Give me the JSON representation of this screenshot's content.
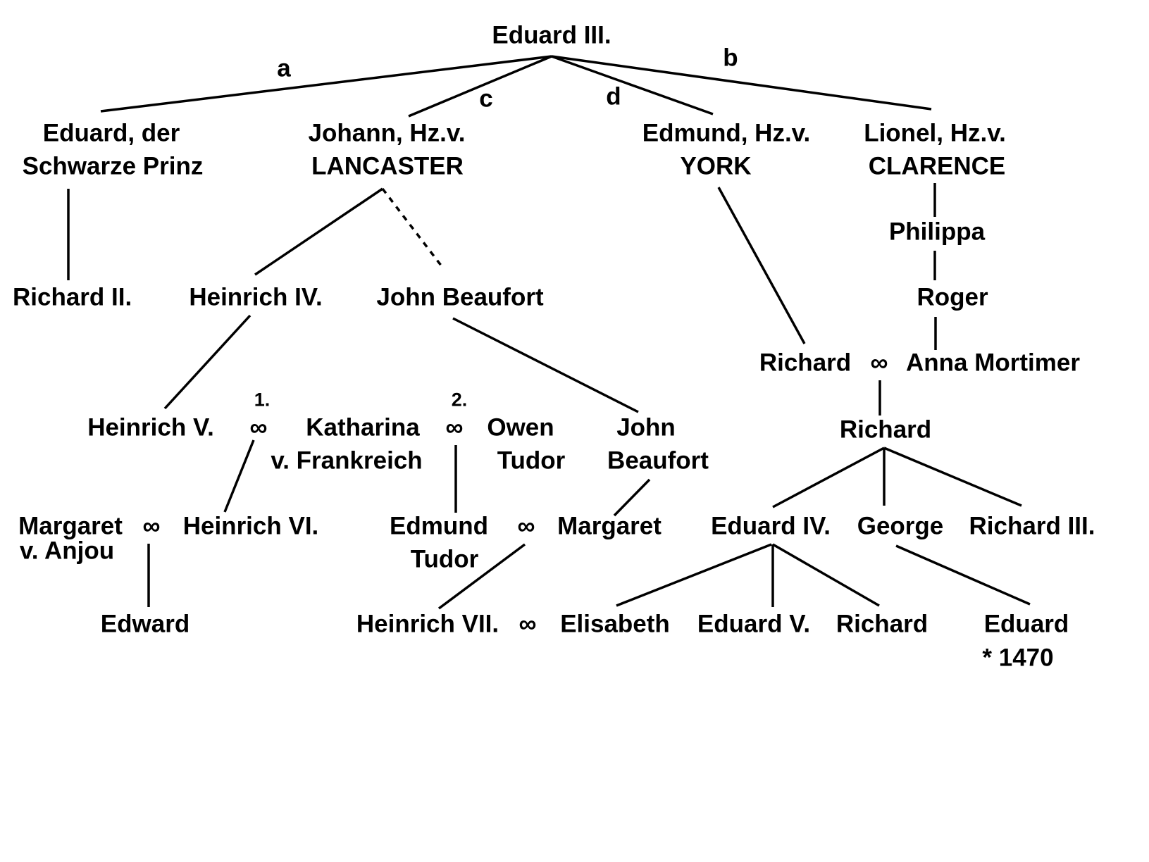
{
  "root": "Eduard III.",
  "branch_labels": {
    "a": "a",
    "b": "b",
    "c": "c",
    "d": "d"
  },
  "gen1": {
    "eduard_1": "Eduard, der",
    "eduard_2": "Schwarze Prinz",
    "johann_1": "Johann, Hz.v.",
    "johann_2": "LANCASTER",
    "edmund_1": "Edmund, Hz.v.",
    "edmund_2": "YORK",
    "lionel_1": "Lionel, Hz.v.",
    "lionel_2": "CLARENCE"
  },
  "gen2": {
    "philippa": "Philippa",
    "richard2": "Richard II.",
    "heinrich4": "Heinrich IV.",
    "john_beaufort": "John Beaufort",
    "roger": "Roger"
  },
  "gen3": {
    "richard": "Richard",
    "marriage": "∞",
    "anna": "Anna Mortimer"
  },
  "gen4": {
    "heinrich5": "Heinrich V.",
    "m1_num": "1.",
    "m1": "∞",
    "katharina_1": "Katharina",
    "katharina_2": "v. Frankreich",
    "m2_num": "2.",
    "m2": "∞",
    "owen_1": "Owen",
    "owen_2": "Tudor",
    "john_1": "John",
    "john_2": "Beaufort",
    "richard_york": "Richard"
  },
  "gen5": {
    "margaret_1": "Margaret",
    "margaret_2": "v. Anjou",
    "m3": "∞",
    "heinrich6": "Heinrich VI.",
    "edmund_1": "Edmund",
    "edmund_2": "Tudor",
    "m4": "∞",
    "margaret_b": "Margaret",
    "eduard4": "Eduard IV.",
    "george": "George",
    "richard3": "Richard III."
  },
  "gen6": {
    "edward": "Edward",
    "heinrich7": "Heinrich VII.",
    "m5": "∞",
    "elisabeth": "Elisabeth",
    "eduard5": "Eduard V.",
    "richard": "Richard",
    "eduard": "Eduard",
    "eduard_born": "* 1470"
  }
}
